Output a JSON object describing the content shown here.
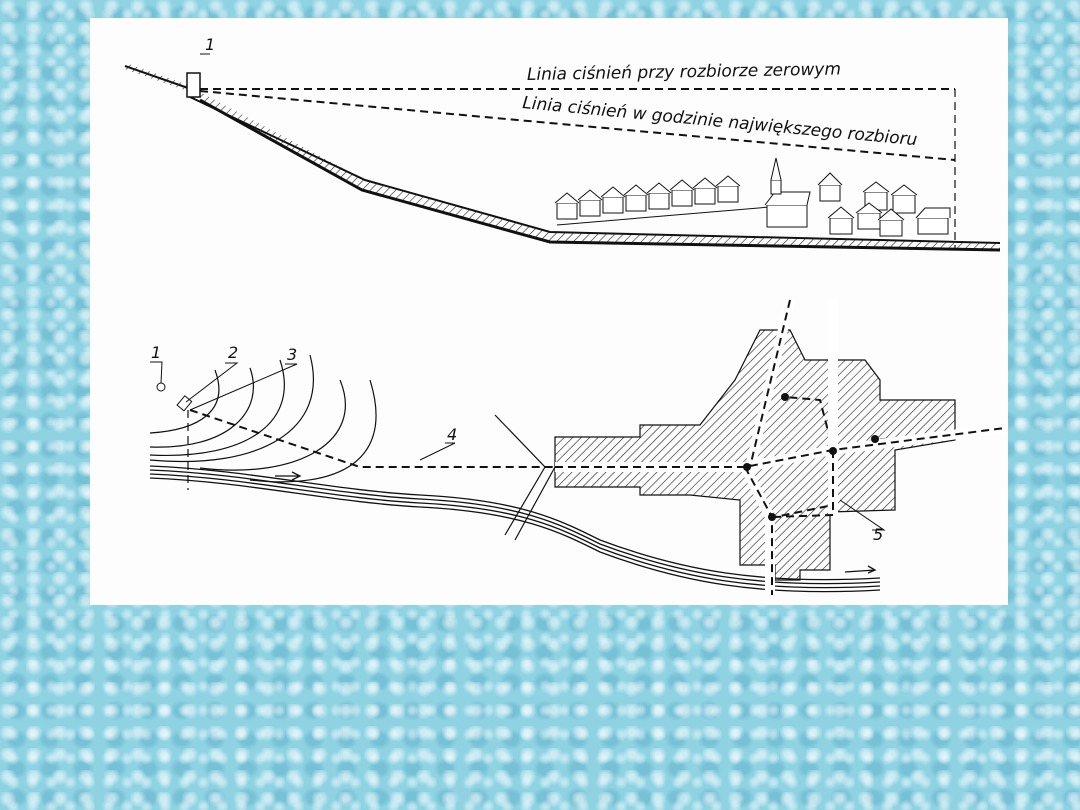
{
  "profile": {
    "tower_label": "1",
    "pressure_line_zero": "Linia ciśnień przy rozbiorze  zerowym",
    "pressure_line_peak": "Linia ciśnień w godzinie największego rozbioru"
  },
  "plan": {
    "labels": [
      "1",
      "2",
      "3",
      "4",
      "5"
    ]
  }
}
